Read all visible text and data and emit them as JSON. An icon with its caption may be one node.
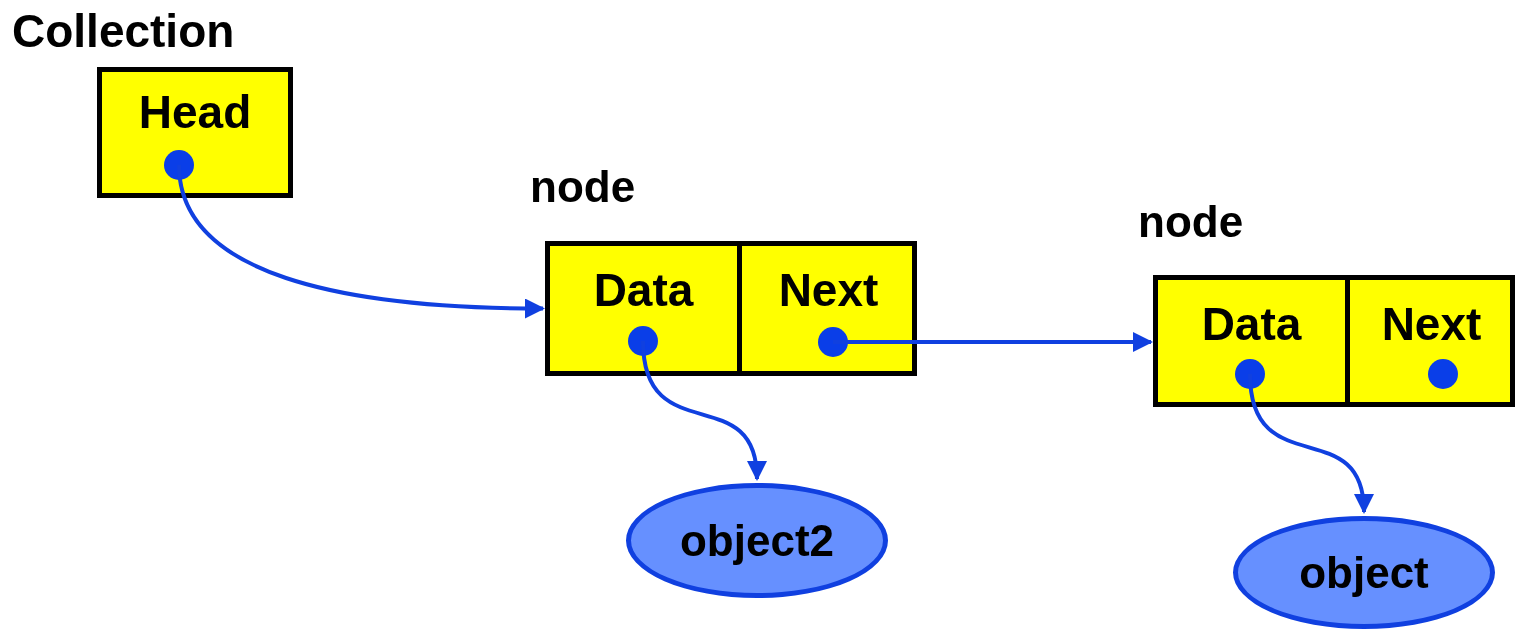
{
  "diagram": {
    "nodes": [
      {
        "text": [
          "Collection",
          "Head"
        ]
      },
      {
        "text": [
          "node"
        ]
      },
      {
        "text": [
          "Data"
        ],
        "in": 1
      },
      {
        "text": [
          "Next"
        ],
        "in": 1
      },
      {
        "text": [
          "node"
        ]
      },
      {
        "text": [
          "Data"
        ],
        "in": 4
      },
      {
        "text": [
          "Next"
        ],
        "in": 4
      },
      {
        "text": [
          "object2"
        ]
      },
      {
        "text": [
          "object"
        ]
      }
    ],
    "edges": [
      {
        "from": 0,
        "to": 1,
        "arrow": "to"
      },
      {
        "from": 3,
        "to": 4,
        "arrow": "to"
      },
      {
        "from": 2,
        "to": 7,
        "arrow": "to"
      },
      {
        "from": 5,
        "to": 8,
        "arrow": "to"
      }
    ]
  }
}
